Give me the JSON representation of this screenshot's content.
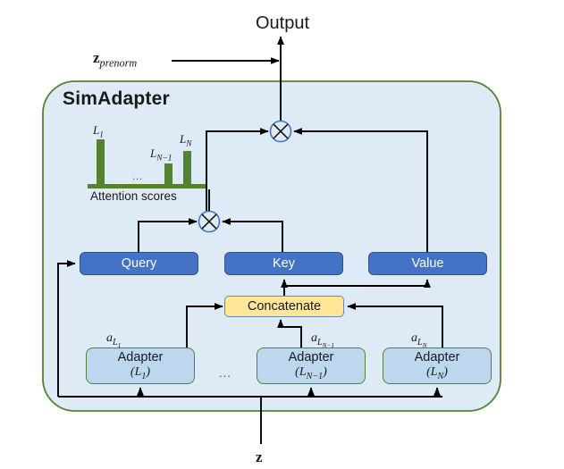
{
  "figure": {
    "type": "architecture-diagram",
    "title": "SimAdapter",
    "output_label": "Output",
    "prenorm_label": "z_prenorm",
    "prenorm_base": "z",
    "prenorm_sub": "prenorm",
    "input_label": "z"
  },
  "attention_chart": {
    "type": "bar",
    "caption": "Attention scores",
    "categories": [
      "L_1",
      "L_N-1",
      "L_N"
    ],
    "category_labels": [
      "L",
      "L",
      "L"
    ],
    "category_subs": [
      "1",
      "N−1",
      "N"
    ],
    "values": [
      1.0,
      0.47,
      0.74
    ],
    "ellipsis": "...",
    "bar_color": "#548235",
    "baseline_color": "#548235"
  },
  "blocks": {
    "query": "Query",
    "key": "Key",
    "value": "Value",
    "concatenate": "Concatenate"
  },
  "adapters": [
    {
      "name": "Adapter",
      "layer_base": "L",
      "layer_sub": "1",
      "layer": "(L₁)",
      "coef_base": "a",
      "coef_sub": "L",
      "coef_sub2": "1"
    },
    {
      "name": "Adapter",
      "layer_base": "L",
      "layer_sub": "N−1",
      "layer": "(Lₙ₋₁)",
      "coef_base": "a",
      "coef_sub": "L",
      "coef_sub2": "N−1"
    },
    {
      "name": "Adapter",
      "layer_base": "L",
      "layer_sub": "N",
      "layer": "(Lₙ)",
      "coef_base": "a",
      "coef_sub": "L",
      "coef_sub2": "N"
    }
  ],
  "adapter_ellipsis": "...",
  "operators": [
    {
      "name": "multiply-top",
      "symbol": "⊗"
    },
    {
      "name": "multiply-attention",
      "symbol": "⊗"
    }
  ],
  "colors": {
    "panel_fill": "#deebf7",
    "panel_stroke": "#548235",
    "qkv_fill": "#4472c4",
    "concat_fill": "#ffe699",
    "adapter_fill": "#bdd7ee",
    "bar_green": "#548235",
    "line": "#000000",
    "circle_stroke": "#4472c4"
  }
}
